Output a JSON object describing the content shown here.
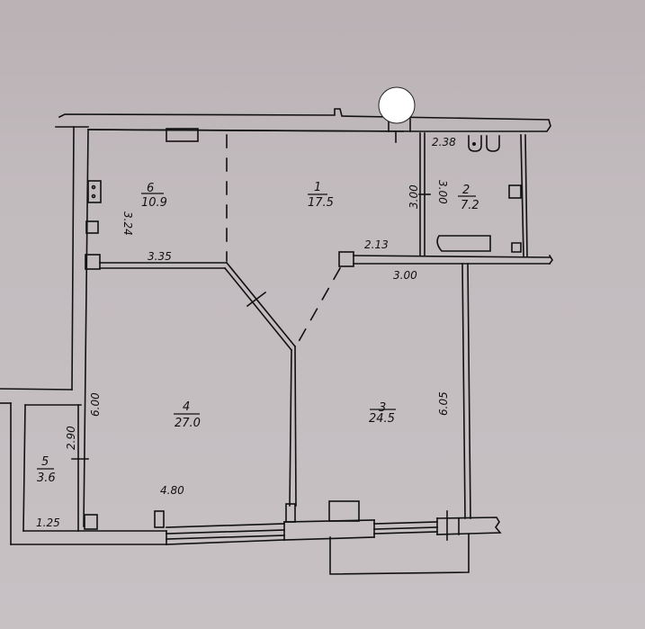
{
  "plan": {
    "type": "apartment floor plan",
    "rooms": [
      {
        "id": "1",
        "area": "17.5"
      },
      {
        "id": "2",
        "area": "7.2"
      },
      {
        "id": "3",
        "area": "24.5"
      },
      {
        "id": "4",
        "area": "27.0"
      },
      {
        "id": "5",
        "area": "3.6"
      },
      {
        "id": "6",
        "area": "10.9"
      }
    ],
    "dimensions": {
      "room6_height": "3.24",
      "room6_width": "3.35",
      "room2_width": "2.38",
      "room2_height_left": "3.00",
      "room2_height_right": "3.00",
      "corridor_stub": "2.13",
      "room3_width": "3.00",
      "room3_height": "6.05",
      "room4_height": "6.00",
      "room4_width": "4.80",
      "room5_height": "2.90",
      "room5_width": "1.25"
    },
    "fixtures": [
      "stove",
      "toilet",
      "bidet",
      "bathtub",
      "sink",
      "ventilation"
    ],
    "colors": {
      "paper": "#c3bcbf",
      "ink": "#111111",
      "marker": "#ffffff"
    }
  }
}
